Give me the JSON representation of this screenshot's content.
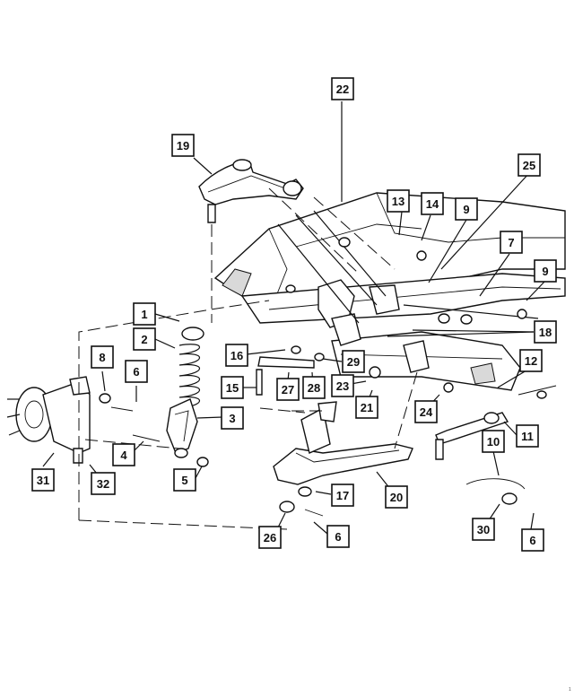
{
  "diagram": {
    "callouts": {
      "c1": "1",
      "c2": "2",
      "c3": "3",
      "c4": "4",
      "c5": "5",
      "c6a": "6",
      "c6b": "6",
      "c6c": "6",
      "c7": "7",
      "c8": "8",
      "c9a": "9",
      "c9b": "9",
      "c10": "10",
      "c11": "11",
      "c12": "12",
      "c13": "13",
      "c14": "14",
      "c15": "15",
      "c16": "16",
      "c17": "17",
      "c18": "18",
      "c19": "19",
      "c20": "20",
      "c21": "21",
      "c22": "22",
      "c23": "23",
      "c24": "24",
      "c25": "25",
      "c26": "26",
      "c27": "27",
      "c28": "28",
      "c29": "29",
      "c30": "30",
      "c31": "31",
      "c32": "32"
    },
    "footer_mark": "1"
  }
}
